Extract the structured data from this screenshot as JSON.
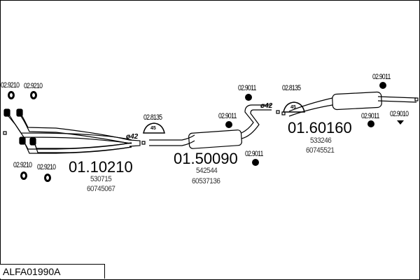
{
  "diagram": {
    "code": "ALFA01990A",
    "sections": [
      {
        "part_number": "01.10210",
        "refs": [
          "530715",
          "60745067"
        ],
        "diameter": "ø42",
        "mounts": [
          "02.9210",
          "02.9210",
          "02.9210",
          "02.9210"
        ]
      },
      {
        "part_number": "01.50090",
        "refs": [
          "542544",
          "60537136"
        ],
        "diameter": "ø42",
        "clamp": "02.8135",
        "clamp_size": "45",
        "mounts": [
          "02.9011",
          "02.9011",
          "02.9011"
        ]
      },
      {
        "part_number": "01.60160",
        "refs": [
          "533246",
          "60745521"
        ],
        "clamp": "02.8135",
        "clamp_size": "45",
        "mounts": [
          "02.9011",
          "02.9011",
          "02.9010"
        ]
      }
    ]
  }
}
